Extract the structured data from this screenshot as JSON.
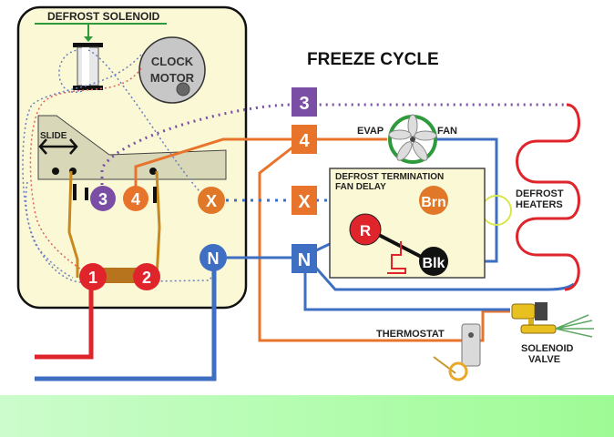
{
  "title": "FREEZE CYCLE",
  "timer": {
    "defrost_solenoid_label": "DEFROST SOLENOID",
    "clock_motor_line1": "CLOCK",
    "clock_motor_line2": "MOTOR",
    "slide_label": "SLIDE",
    "terminals": {
      "t1": "1",
      "t2": "2",
      "t3": "3",
      "t4": "4",
      "tx": "X",
      "tn": "N"
    }
  },
  "junctions": {
    "j3": "3",
    "j4": "4",
    "jx": "X",
    "jn": "N"
  },
  "evap_fan": {
    "left_label": "EVAP",
    "right_label": "FAN"
  },
  "defrost_termination": {
    "line1": "DEFROST TERMINATION",
    "line2": "FAN DELAY",
    "terminals": {
      "brn": "Brn",
      "r": "R",
      "blk": "Blk"
    }
  },
  "defrost_heaters": {
    "line1": "DEFROST",
    "line2": "HEATERS"
  },
  "thermostat_label": "THERMOSTAT",
  "solenoid_valve": {
    "line1": "SOLENOID",
    "line2": "VALVE"
  },
  "colors": {
    "purple": "#7b4ea6",
    "orange": "#e8732a",
    "blue": "#3f6fc2",
    "red": "#e0242b",
    "green": "#2e9a3c",
    "timer_bg": "#fbf8d6",
    "footer_green": "#a8fca0"
  }
}
